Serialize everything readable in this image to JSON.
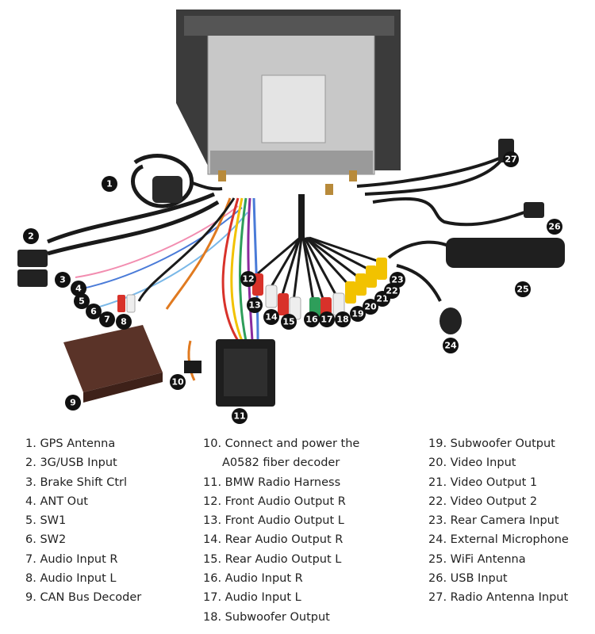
{
  "callouts": [
    "1",
    "2",
    "3",
    "4",
    "5",
    "6",
    "7",
    "8",
    "9",
    "10",
    "11",
    "12",
    "13",
    "14",
    "15",
    "16",
    "17",
    "18",
    "19",
    "20",
    "21",
    "22",
    "23",
    "24",
    "25",
    "26",
    "27"
  ],
  "legend": {
    "col1": [
      "1. GPS Antenna",
      "2. 3G/USB Input",
      "3. Brake Shift Ctrl",
      "4. ANT Out",
      "5. SW1",
      "6. SW2",
      "7. Audio Input R",
      "8. Audio Input L",
      "9. CAN Bus Decoder"
    ],
    "col2": [
      "10. Connect and power the",
      "A0582 fiber decoder",
      "11. BMW Radio Harness",
      "12. Front Audio Output R",
      "13. Front Audio Output L",
      "14. Rear Audio Output R",
      "15. Rear Audio Output L",
      "16. Audio Input R",
      "17. Audio Input L",
      "18. Subwoofer Output"
    ],
    "col3": [
      "19. Subwoofer Output",
      "20. Video Input",
      "21. Video Output 1",
      "22. Video Output 2",
      "23. Rear Camera Input",
      "24. External Microphone",
      "25. WiFi Antenna",
      "26. USB Input",
      "27. Radio Antenna Input"
    ]
  },
  "colors": {
    "cable": "#1a1a1a",
    "rca_red": "#d8322a",
    "rca_white": "#eeeeee",
    "rca_yellow": "#f2c200",
    "rca_green": "#2e9e5a",
    "unit_body": "#c9c9c9",
    "decoder_box": "#5a3328"
  }
}
